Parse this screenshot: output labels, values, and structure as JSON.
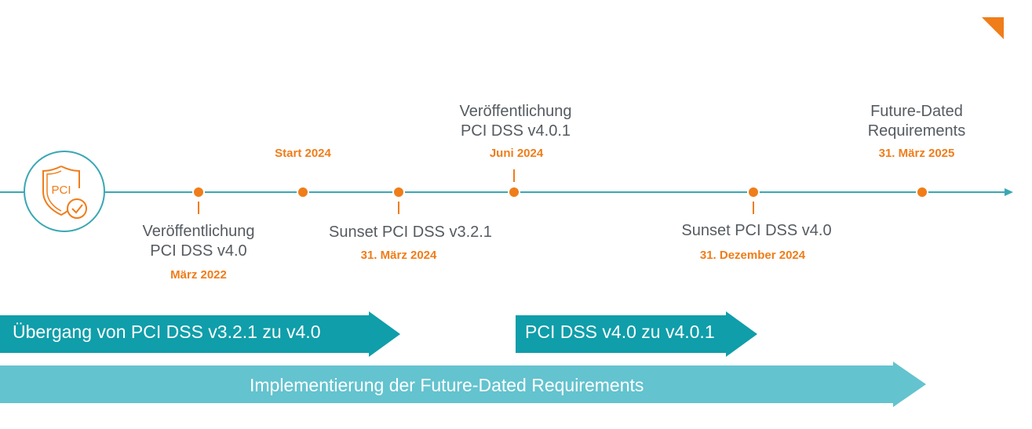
{
  "timeline": {
    "milestones": [
      {
        "id": "v40-release",
        "label": "Veröffentlichung\nPCI DSS v4.0",
        "date": "März 2022"
      },
      {
        "id": "start-2024",
        "label": "",
        "date": "Start 2024"
      },
      {
        "id": "sunset-v321",
        "label": "Sunset PCI DSS v3.2.1",
        "date": "31. März 2024"
      },
      {
        "id": "v401-release",
        "label": "Veröffentlichung\nPCI DSS v4.0.1",
        "date": "Juni 2024"
      },
      {
        "id": "sunset-v40",
        "label": "Sunset PCI DSS v4.0",
        "date": "31. Dezember 2024"
      },
      {
        "id": "future-dated",
        "label": "Future-Dated\nRequirements",
        "date": "31. März 2025"
      }
    ]
  },
  "logo": {
    "text": "PCI",
    "icon": "pci-shield-check-icon"
  },
  "phases": [
    {
      "id": "transition-v321-v40",
      "label": "Übergang von PCI DSS v3.2.1 zu v4.0"
    },
    {
      "id": "transition-v40-v401",
      "label": "PCI DSS v4.0 zu v4.0.1"
    },
    {
      "id": "implementation-future-dated",
      "label": "Implementierung der Future-Dated Requirements"
    }
  ],
  "colors": {
    "accent": "#ef7d1a",
    "teal": "#3aa7b4",
    "teal_dark": "#0f9eaa",
    "teal_light": "#63c3cf",
    "text": "#555b60"
  }
}
